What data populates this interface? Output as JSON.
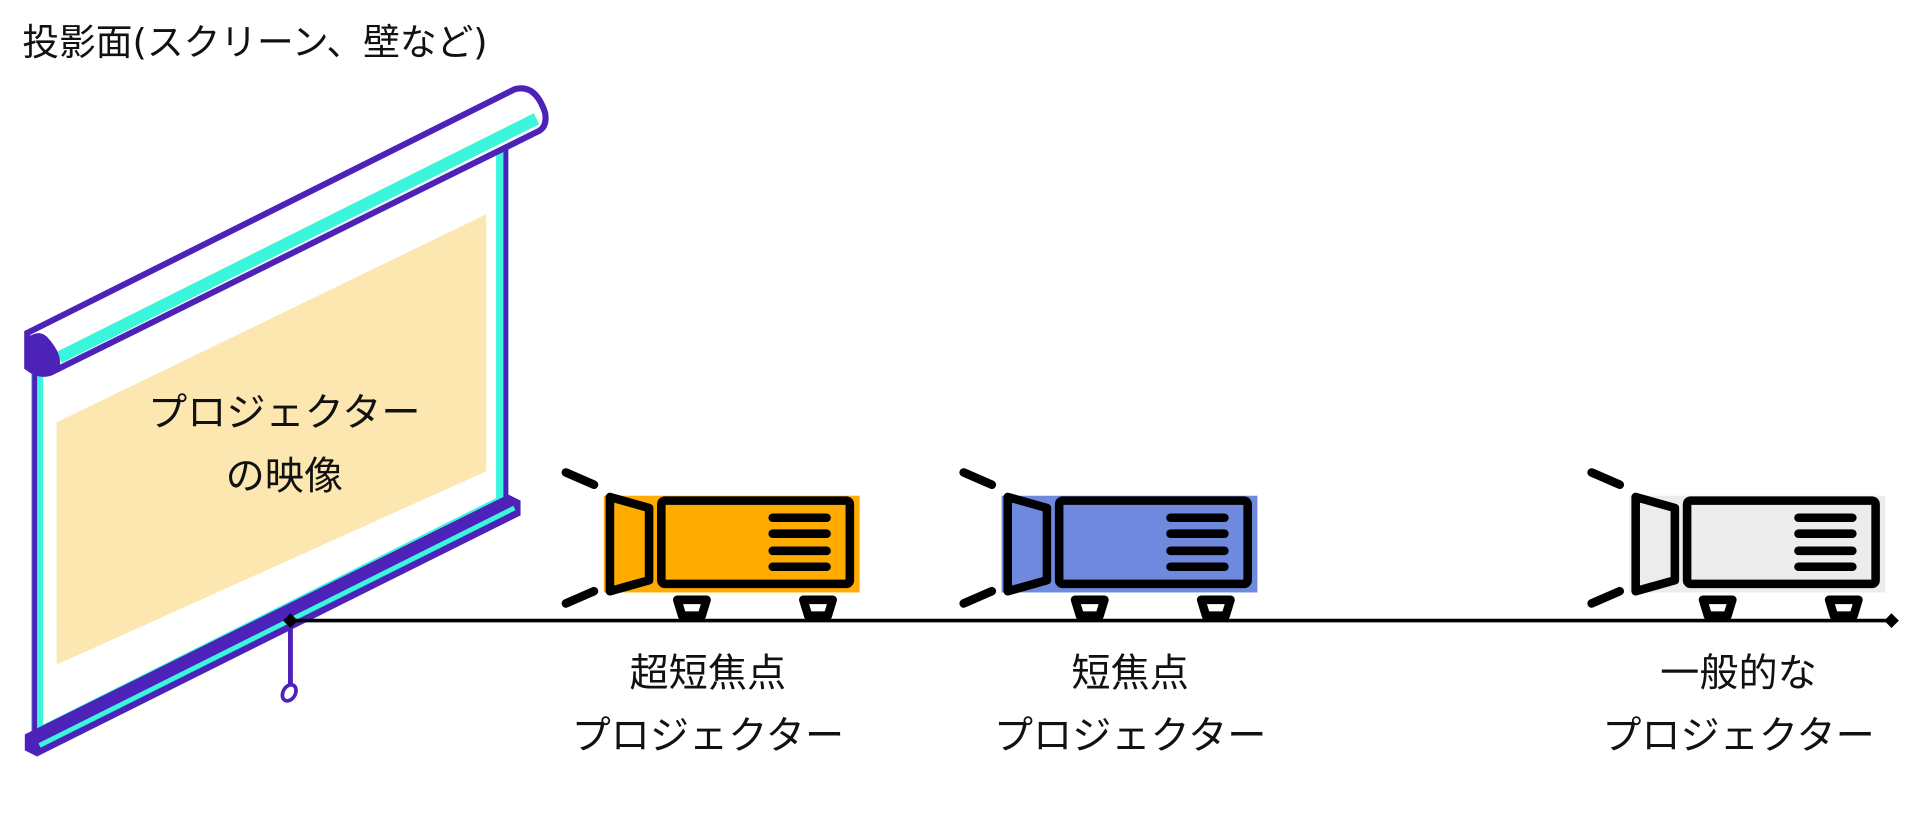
{
  "title": "投影面(スクリーン、壁など)",
  "screen": {
    "image_line1": "プロジェクター",
    "image_line2": "の映像"
  },
  "projectors": [
    {
      "line1": "超短焦点",
      "line2": "プロジェクター",
      "color": "#ffab00"
    },
    {
      "line1": "短焦点",
      "line2": "プロジェクター",
      "color": "#6f89de"
    },
    {
      "line1": "一般的な",
      "line2": "プロジェクター",
      "color": "#ececec"
    }
  ],
  "colors": {
    "frame": "#4d22b8",
    "accent": "#3cf5dd",
    "image": "#fde7b0"
  }
}
